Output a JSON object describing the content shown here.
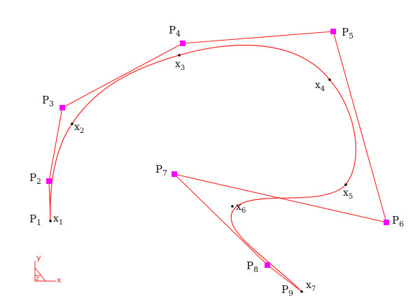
{
  "colors": {
    "curve": "#ff2020",
    "control_point": "#ff00ff",
    "data_point": "#000000",
    "axis": "#ff2020"
  },
  "control_points": [
    {
      "base": "P",
      "sub": "1"
    },
    {
      "base": "P",
      "sub": "2"
    },
    {
      "base": "P",
      "sub": "3"
    },
    {
      "base": "P",
      "sub": "4"
    },
    {
      "base": "P",
      "sub": "5"
    },
    {
      "base": "P",
      "sub": "6"
    },
    {
      "base": "P",
      "sub": "7"
    },
    {
      "base": "P",
      "sub": "8"
    },
    {
      "base": "P",
      "sub": "9"
    }
  ],
  "data_points": [
    {
      "base": "x",
      "sub": "1"
    },
    {
      "base": "x",
      "sub": "2"
    },
    {
      "base": "x",
      "sub": "3"
    },
    {
      "base": "x",
      "sub": "4"
    },
    {
      "base": "x",
      "sub": "5"
    },
    {
      "base": "x",
      "sub": "6"
    },
    {
      "base": "x",
      "sub": "7"
    }
  ],
  "axis_triad": {
    "x_label": "x",
    "y_label": "y",
    "z_label": "z"
  }
}
